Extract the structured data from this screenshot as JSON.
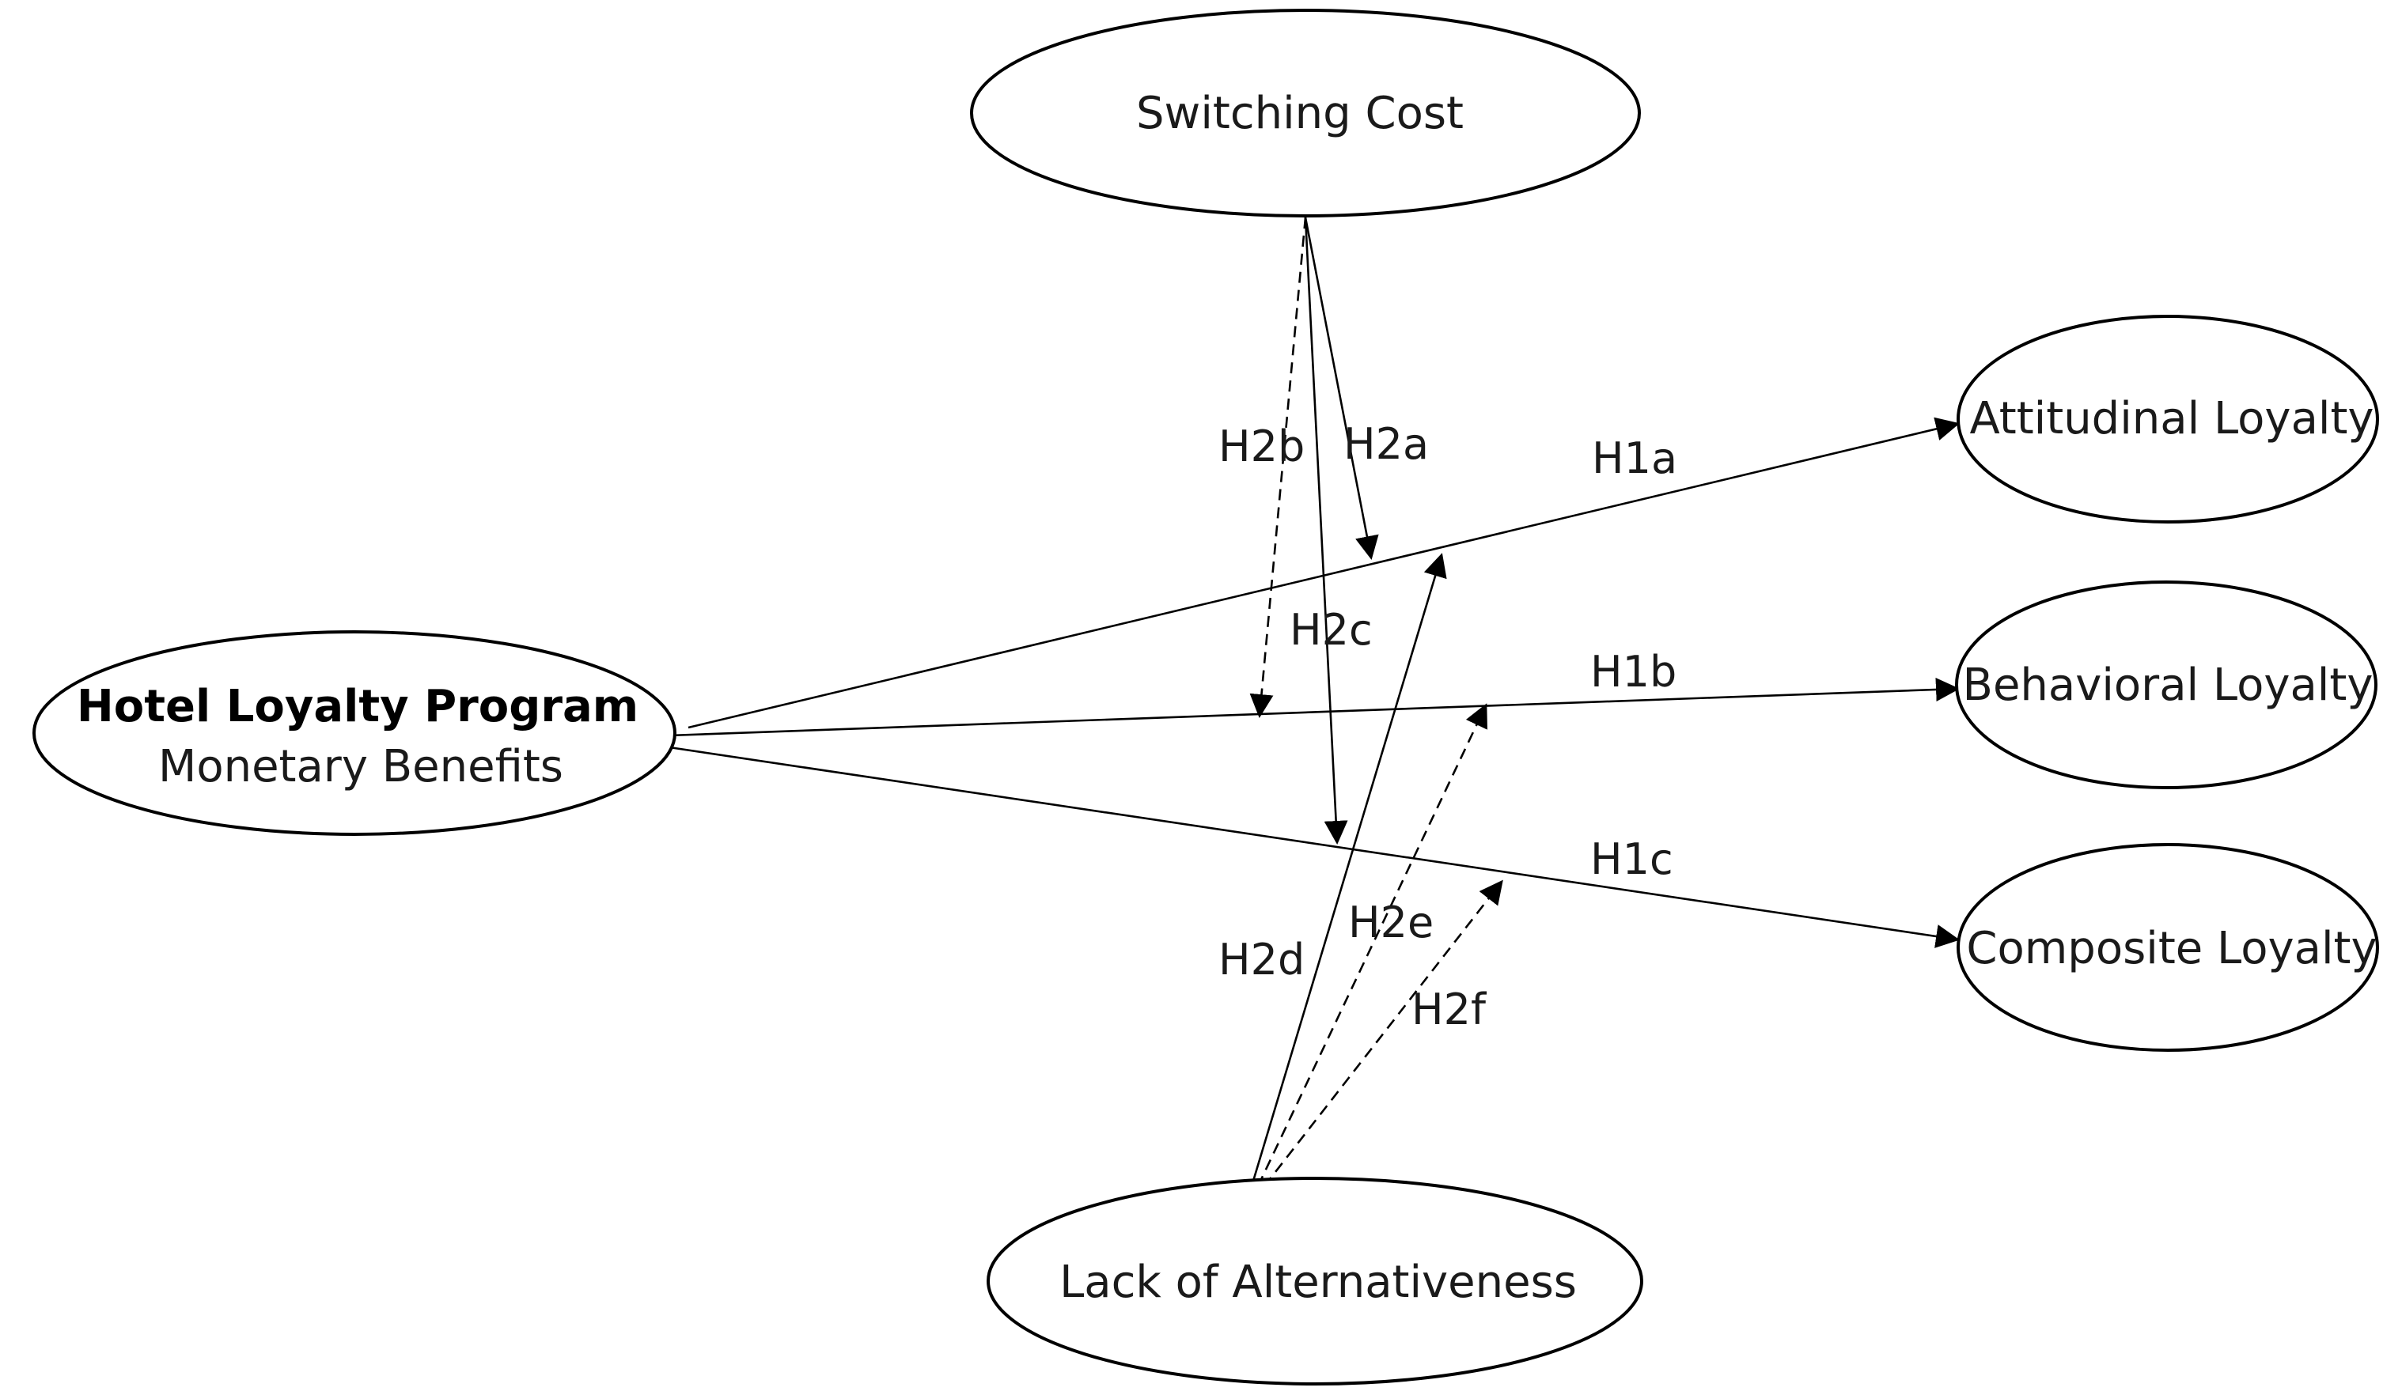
{
  "nodes": {
    "switching_cost": {
      "label": "Switching Cost"
    },
    "hotel_program": {
      "title": "Hotel Loyalty Program",
      "subtitle": "Monetary Benefits"
    },
    "attitudinal": {
      "label": "Attitudinal Loyalty"
    },
    "behavioral": {
      "label": "Behavioral Loyalty"
    },
    "composite": {
      "label": "Composite Loyalty"
    },
    "lack_alt": {
      "label": "Lack of Alternativeness"
    }
  },
  "edges": {
    "h1a": {
      "label": "H1a",
      "from": "Hotel Loyalty Program",
      "to": "Attitudinal Loyalty",
      "style": "solid"
    },
    "h1b": {
      "label": "H1b",
      "from": "Hotel Loyalty Program",
      "to": "Behavioral Loyalty",
      "style": "solid"
    },
    "h1c": {
      "label": "H1c",
      "from": "Hotel Loyalty Program",
      "to": "Composite Loyalty",
      "style": "solid"
    },
    "h2a": {
      "label": "H2a",
      "from": "Switching Cost",
      "to": "H1a",
      "style": "solid"
    },
    "h2b": {
      "label": "H2b",
      "from": "Switching Cost",
      "to": "H1b",
      "style": "dashed"
    },
    "h2c": {
      "label": "H2c",
      "from": "Switching Cost",
      "to": "H1c",
      "style": "solid"
    },
    "h2d": {
      "label": "H2d",
      "from": "Lack of Alternativeness",
      "to": "H1a",
      "style": "solid"
    },
    "h2e": {
      "label": "H2e",
      "from": "Lack of Alternativeness",
      "to": "H1b",
      "style": "dashed"
    },
    "h2f": {
      "label": "H2f",
      "from": "Lack of Alternativeness",
      "to": "H1c",
      "style": "dashed"
    }
  }
}
